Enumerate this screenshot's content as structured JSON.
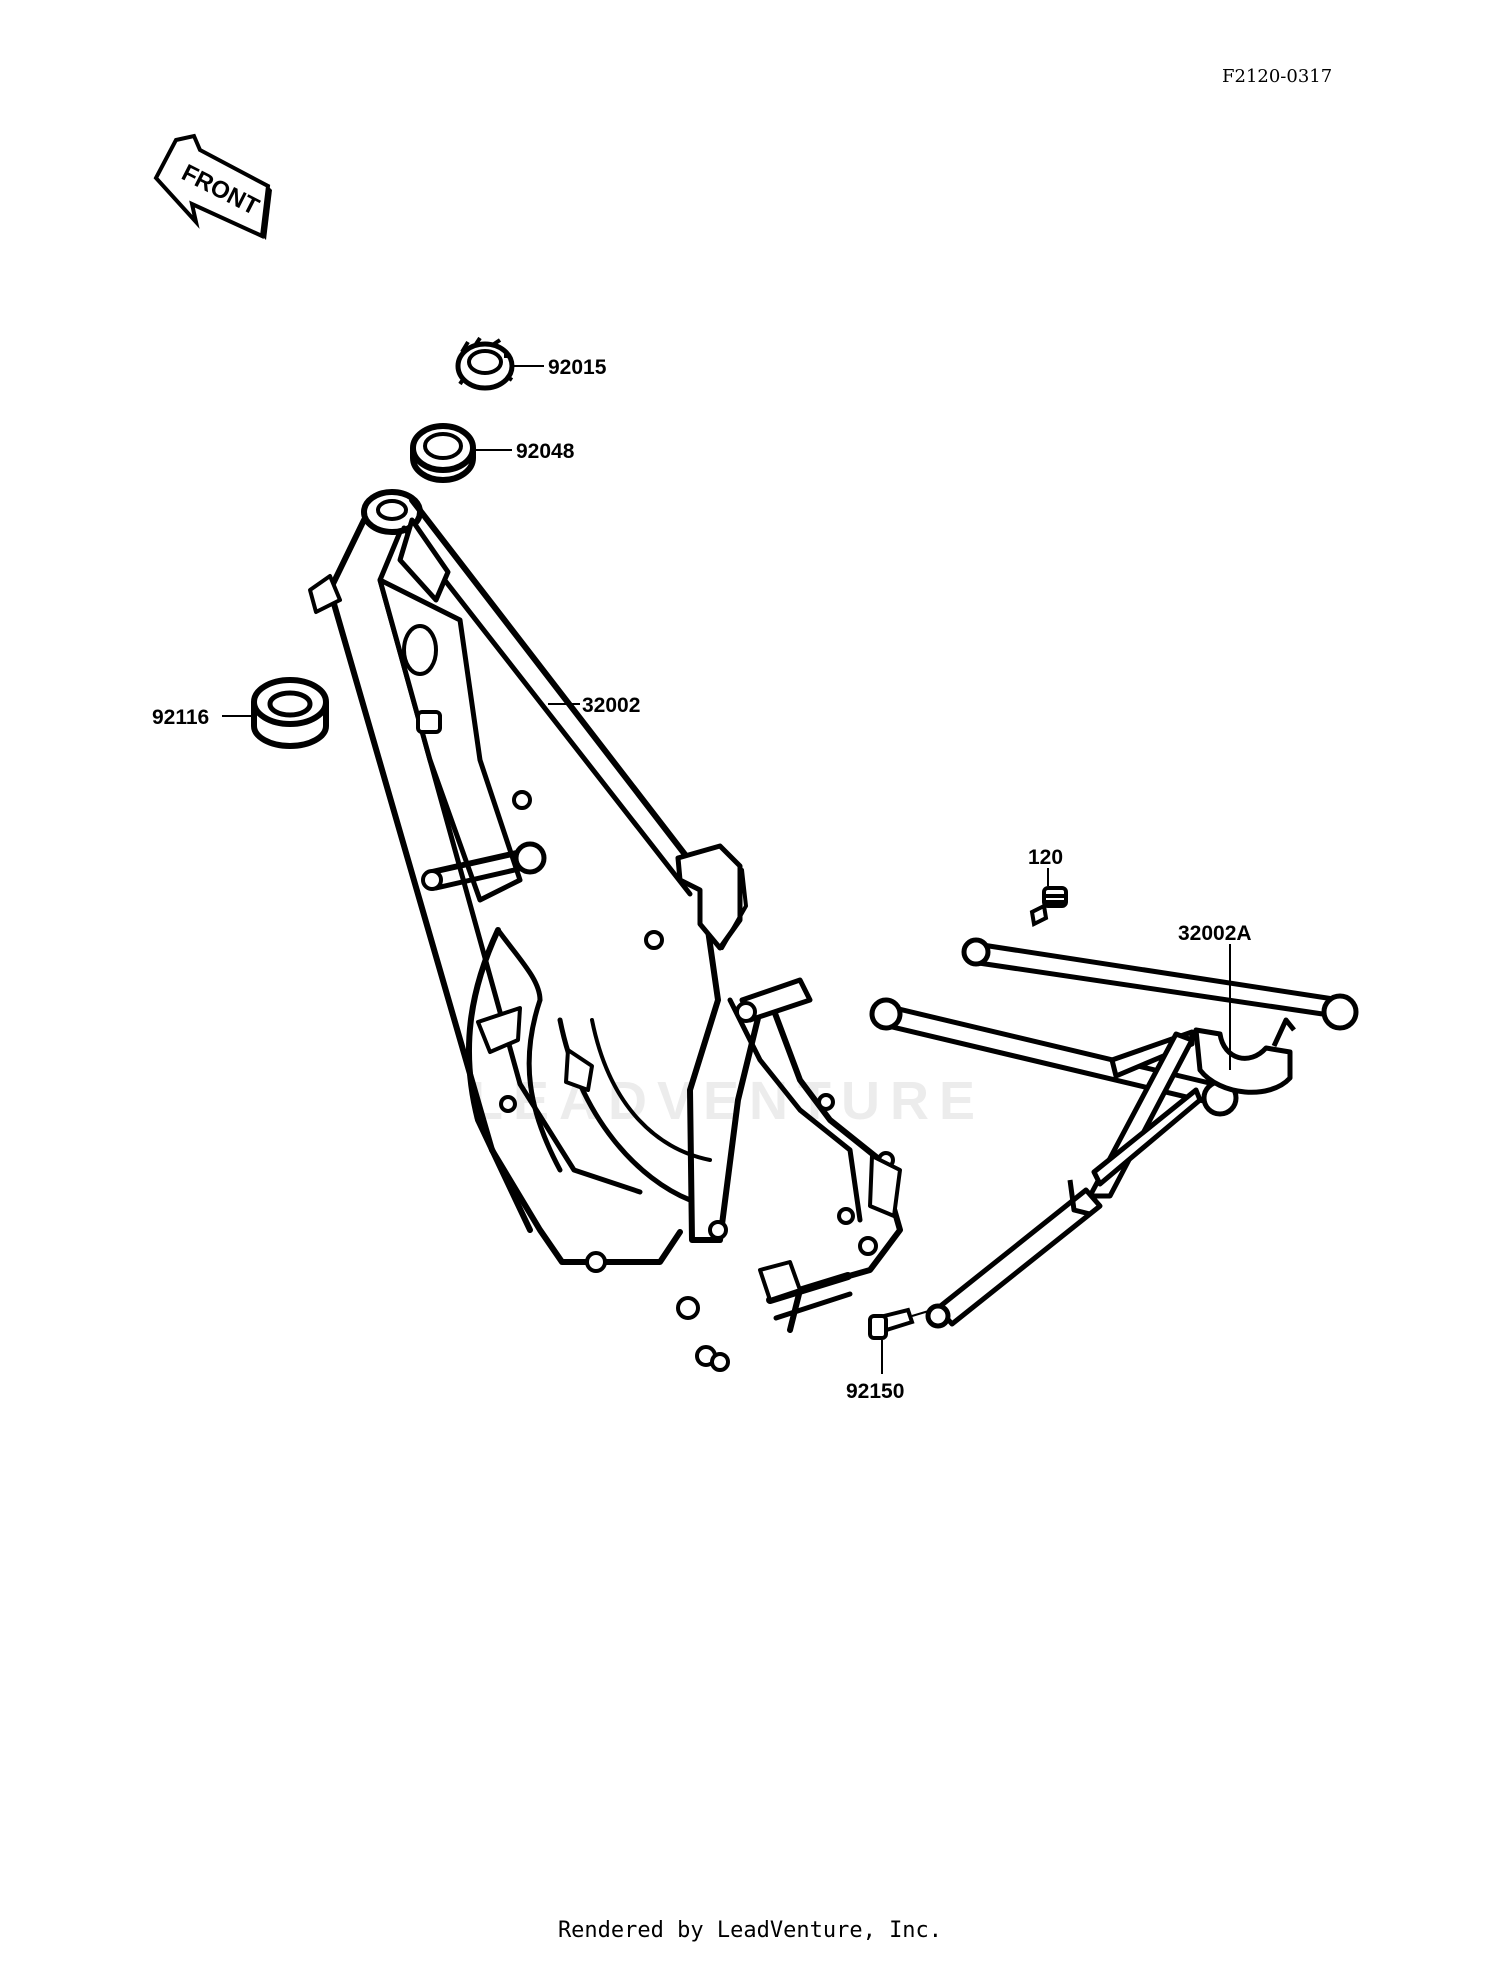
{
  "diagram": {
    "code": "F2120-0317",
    "front_label": "FRONT",
    "watermark": "LEADVENTURE",
    "footer": "Rendered by LeadVenture, Inc.",
    "parts": [
      {
        "id": "nut",
        "label": "92015"
      },
      {
        "id": "seal",
        "label": "92048"
      },
      {
        "id": "bearing",
        "label": "92116"
      },
      {
        "id": "frame",
        "label": "32002"
      },
      {
        "id": "bolt-top",
        "label": "120"
      },
      {
        "id": "subframe",
        "label": "32002A"
      },
      {
        "id": "bolt-bottom",
        "label": "92150"
      }
    ]
  }
}
